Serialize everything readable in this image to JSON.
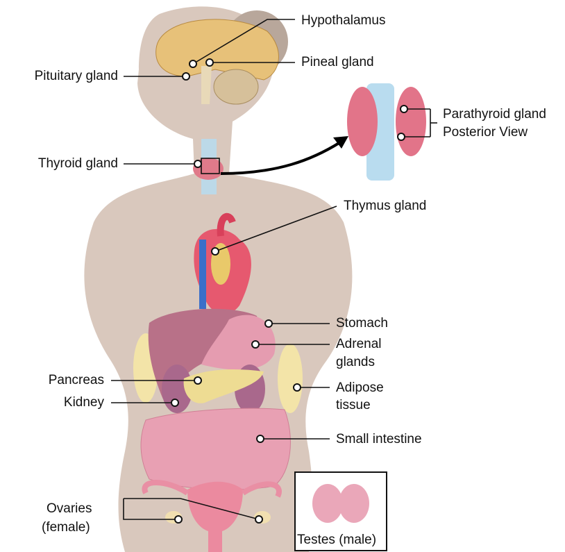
{
  "labels": {
    "hypothalamus": "Hypothalamus",
    "pineal": "Pineal gland",
    "pituitary": "Pituitary gland",
    "parathyroid_1": "Parathyroid gland",
    "parathyroid_2": "Posterior View",
    "thyroid": "Thyroid gland",
    "thymus": "Thymus gland",
    "stomach": "Stomach",
    "adrenal_1": "Adrenal",
    "adrenal_2": "glands",
    "pancreas": "Pancreas",
    "kidney": "Kidney",
    "adipose_1": "Adipose",
    "adipose_2": "tissue",
    "small_intestine": "Small intestine",
    "ovaries_1": "Ovaries",
    "ovaries_2": "(female)",
    "testes": "Testes (male)"
  },
  "colors": {
    "skin": "#d9c8bd",
    "organ_pink": "#e38a9f",
    "fat": "#f3e4a8",
    "brain": "#e7c179",
    "line": "#111111"
  }
}
